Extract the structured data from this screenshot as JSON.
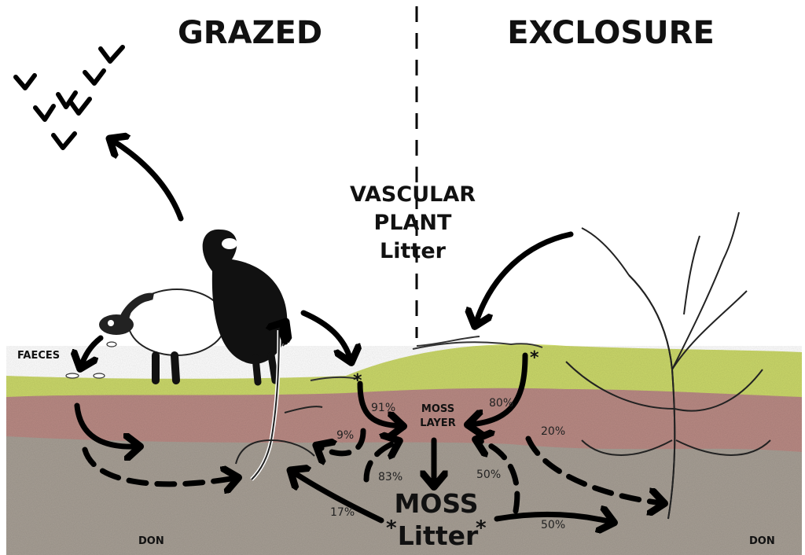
{
  "headings": {
    "left": "GRAZED",
    "right": "EXCLOSURE"
  },
  "vascular_litter": {
    "line1": "VASCULAR",
    "line2": "PLANT",
    "line3": "Litter"
  },
  "labels": {
    "faeces": "FAECES",
    "moss_layer_line1": "MOSS",
    "moss_layer_line2": "LAYER",
    "moss_litter_line1": "MOSS",
    "moss_litter_line2": "Litter",
    "don_left": "DON",
    "don_right": "DON",
    "asterisk": "*"
  },
  "percentages": {
    "p91": "91%",
    "p80": "80%",
    "p9": "9%",
    "p20": "20%",
    "p83": "83%",
    "p50_a": "50%",
    "p17": "17%",
    "p50_b": "50%"
  },
  "colors": {
    "grass": "#cbd86a",
    "soil_red": "#b98a84",
    "soil_grey": "#a79f95",
    "ink": "#000000"
  }
}
